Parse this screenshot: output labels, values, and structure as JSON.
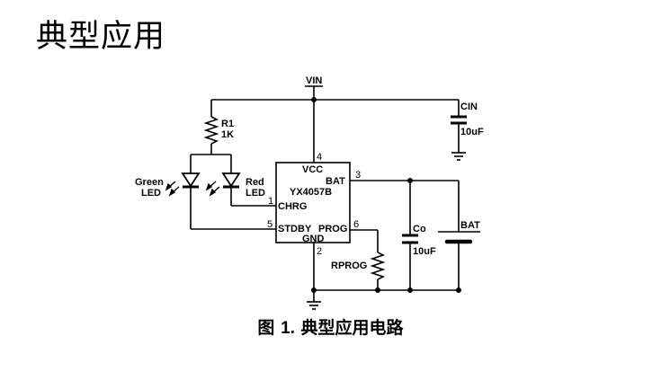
{
  "heading": "典型应用",
  "caption": {
    "prefix": "图",
    "number": "1.",
    "text": "典型应用电路"
  },
  "ic": {
    "part_number": "YX4057B",
    "pins": [
      {
        "name": "VCC",
        "number": "4"
      },
      {
        "name": "BAT",
        "number": "3"
      },
      {
        "name": "CHRG",
        "number": "1"
      },
      {
        "name": "STDBY",
        "number": "5"
      },
      {
        "name": "PROG",
        "number": "6"
      },
      {
        "name": "GND",
        "number": "2"
      }
    ]
  },
  "nets": {
    "vin": "VIN"
  },
  "components": {
    "r1": {
      "name": "R1",
      "value": "1K"
    },
    "cin": {
      "name": "CIN",
      "value": "10uF"
    },
    "co": {
      "name": "Co",
      "value": "10uF"
    },
    "rprog": {
      "name": "RPROG"
    },
    "bat": {
      "name": "BAT"
    },
    "green_led": {
      "line1": "Green",
      "line2": "LED"
    },
    "red_led": {
      "line1": "Red",
      "line2": "LED"
    }
  }
}
